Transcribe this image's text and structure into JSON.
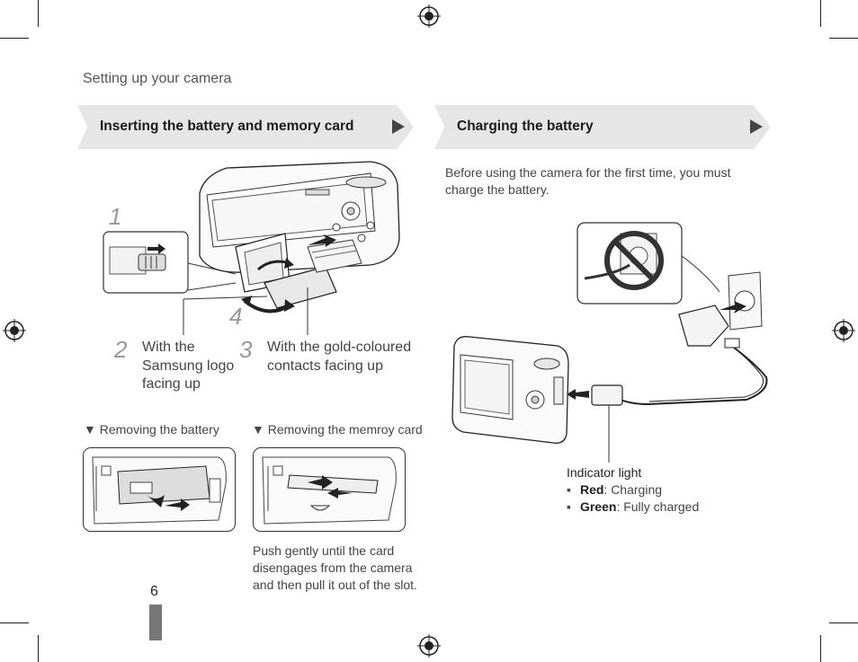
{
  "header": {
    "section_title": "Setting up your camera"
  },
  "left_section": {
    "title": "Inserting the battery and memory card",
    "step_numbers": [
      "1",
      "4"
    ],
    "step2": {
      "number": "2",
      "text": "With the Samsung logo facing up"
    },
    "step3": {
      "number": "3",
      "text": "With the gold-coloured contacts facing up"
    },
    "removing_battery": {
      "marker": "▼",
      "label": "Removing the battery"
    },
    "removing_card": {
      "marker": "▼",
      "label": "Removing the memroy card"
    },
    "push_note": "Push gently until the card disengages from the camera and then pull it out of the slot."
  },
  "right_section": {
    "title": "Charging the battery",
    "intro": "Before using the camera for the first time, you must charge the battery.",
    "indicator": {
      "heading": "Indicator light",
      "items": [
        {
          "bullet": "▪",
          "label": "Red",
          "text": ": Charging"
        },
        {
          "bullet": "▪",
          "label": "Green",
          "text": ": Fully charged"
        }
      ]
    }
  },
  "footer": {
    "page_number": "6"
  },
  "colors": {
    "banner_bg": "#e6e6e6",
    "arrow": "#444444",
    "page_bar": "#777777"
  }
}
